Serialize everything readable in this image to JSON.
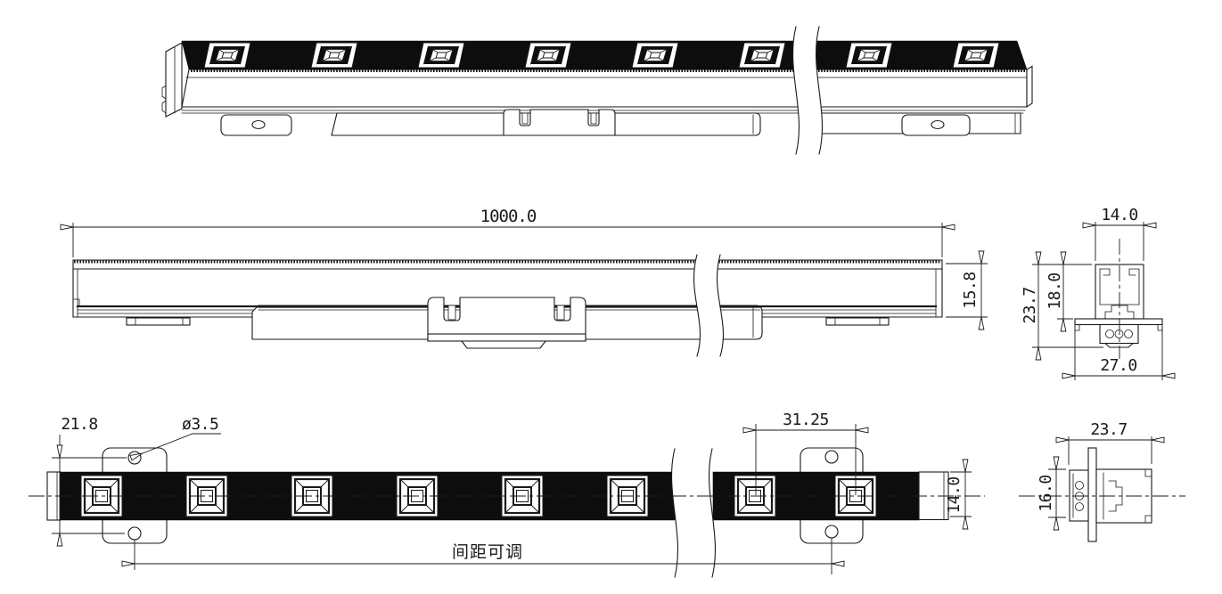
{
  "colors": {
    "background": "#ffffff",
    "line": "#1a1a1a",
    "led_strip_fill": "#0d0d0d"
  },
  "views": {
    "front": {
      "length": "1000.0",
      "height": "15.8"
    },
    "end_section": {
      "top_width": "14.0",
      "overall_height": "23.7",
      "body_height": "18.0",
      "base_width": "27.0"
    },
    "bottom": {
      "hole_spacing": "21.8",
      "hole_diameter": "ø3.5",
      "led_pitch": "31.25",
      "bar_width": "14.0",
      "spacing_note": "间距可调"
    },
    "bottom_end_section": {
      "width": "23.7",
      "height": "16.0"
    }
  }
}
